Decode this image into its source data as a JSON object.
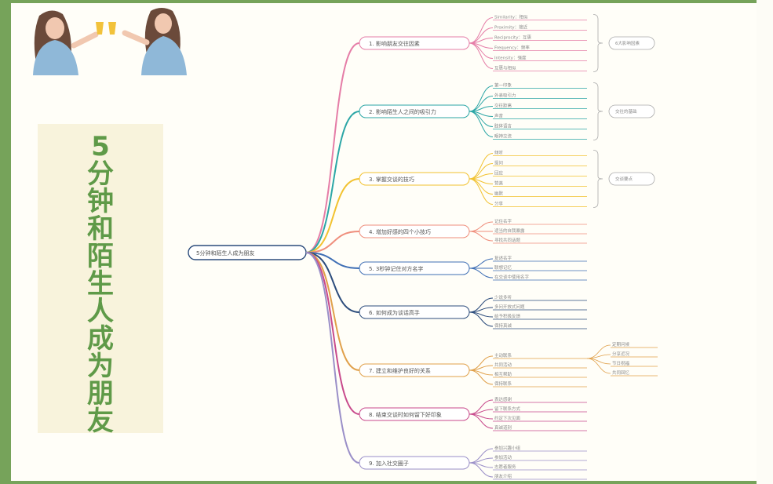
{
  "title_chars": [
    "5",
    "分",
    "钟",
    "和",
    "陌",
    "生",
    "人",
    "成",
    "为",
    "朋",
    "友"
  ],
  "root": "5分钟和陌生人成为朋友",
  "colors": {
    "frame": "#76a35a",
    "title": "#5f9a48",
    "panel": "#f8f3dc"
  },
  "branches": [
    {
      "label": "1. 影响朋友交往因素",
      "color": "#e57da7",
      "leaves": [
        "Similarity：相似",
        "Proximity：接近",
        "Reciprocity：互惠",
        "Frequency：频率",
        "Intensity：强度",
        "互惠与相似"
      ],
      "note": "6大影响因素"
    },
    {
      "label": "2. 影响陌生人之间的吸引力",
      "color": "#2ba6a6",
      "leaves": [
        "第一印象",
        "外表吸引力",
        "交往距离",
        "声音",
        "肢体语言",
        "眼神交流"
      ],
      "note": "交往的基础"
    },
    {
      "label": "3. 掌握交谈的技巧",
      "color": "#f2c230",
      "leaves": [
        "倾听",
        "提问",
        "回应",
        "赞美",
        "幽默",
        "分享"
      ],
      "note": "交谈要点"
    },
    {
      "label": "4. 增加好感的四个小技巧",
      "color": "#ef8e7c",
      "leaves": [
        "记住名字",
        "适当的自我暴露",
        "寻找共同话题"
      ]
    },
    {
      "label": "5. 3秒钟记住对方名字",
      "color": "#3f6fb5",
      "leaves": [
        "复述名字",
        "联想记忆",
        "在交谈中使用名字"
      ]
    },
    {
      "label": "6. 如何成为谈话高手",
      "color": "#2c4c7c",
      "leaves": [
        "少说多听",
        "多问开放式问题",
        "给予积极反馈",
        "保持真诚"
      ]
    },
    {
      "label": "7. 建立和维护良好的关系",
      "color": "#e0a04a",
      "leaves": [
        "主动联系",
        "共同活动",
        "相互帮助",
        "保持联系"
      ],
      "sub_leaves": [
        "定期问候",
        "分享近况",
        "节日祝福",
        "共同回忆"
      ]
    },
    {
      "label": "8. 结束交谈时如何留下好印象",
      "color": "#c84a8c",
      "leaves": [
        "表达感谢",
        "留下联系方式",
        "约定下次见面",
        "真诚道别"
      ]
    },
    {
      "label": "9. 加入社交圈子",
      "color": "#9a8fc8",
      "leaves": [
        "参加兴趣小组",
        "参加活动",
        "志愿者服务",
        "朋友介绍"
      ]
    }
  ]
}
